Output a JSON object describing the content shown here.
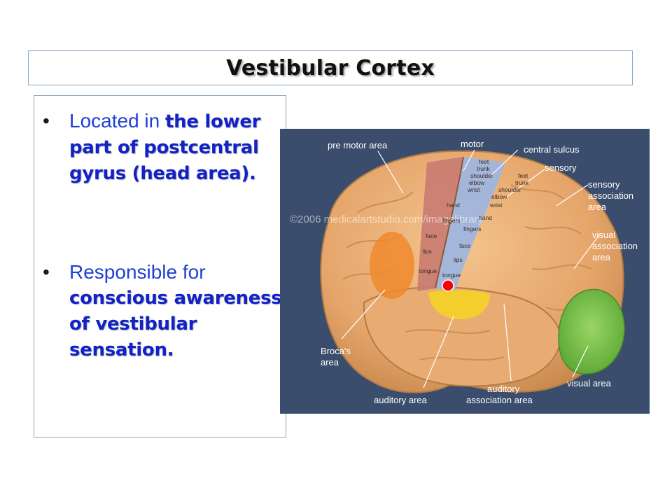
{
  "title": "Vestibular Cortex",
  "bullets": [
    {
      "marker": "•",
      "lead": "Located in ",
      "emphasis": "the lower part of postcentral gyrus (head area)."
    },
    {
      "marker": "•",
      "lead": "Responsible for ",
      "emphasis": "conscious awareness of vestibular sensation."
    }
  ],
  "figure": {
    "watermark": "©2006 medicalartstudio.com/imagelibrary",
    "labels": {
      "pre_motor": "pre motor area",
      "motor": "motor",
      "central_sulcus": "central sulcus",
      "sensory": "sensory",
      "sensory_assoc_1": "sensory",
      "sensory_assoc_2": "association",
      "sensory_assoc_3": "area",
      "visual_assoc_1": "visual",
      "visual_assoc_2": "association",
      "visual_assoc_3": "area",
      "broca_1": "Broca's",
      "broca_2": "area",
      "auditory": "auditory area",
      "auditory_assoc_1": "auditory",
      "auditory_assoc_2": "association area",
      "visual_area": "visual area"
    },
    "motor_homunculus": [
      "feet",
      "trunk",
      "shoulder",
      "elbow",
      "wrist",
      "hand",
      "fingers",
      "face",
      "lips",
      "tongue"
    ],
    "sensory_homunculus": [
      "feet",
      "trunk",
      "shoulder",
      "elbow",
      "wrist",
      "hand",
      "fingers",
      "face",
      "lips",
      "tongue"
    ],
    "colors": {
      "background": "#3a4d6c",
      "brain": "#e9b27a",
      "motor_strip": "#c97b72",
      "sensory_strip": "#9fb6df",
      "broca": "#f0892e",
      "auditory": "#f3d12a",
      "visual": "#7cc24a",
      "vestibular_marker": "#ff0000"
    }
  }
}
